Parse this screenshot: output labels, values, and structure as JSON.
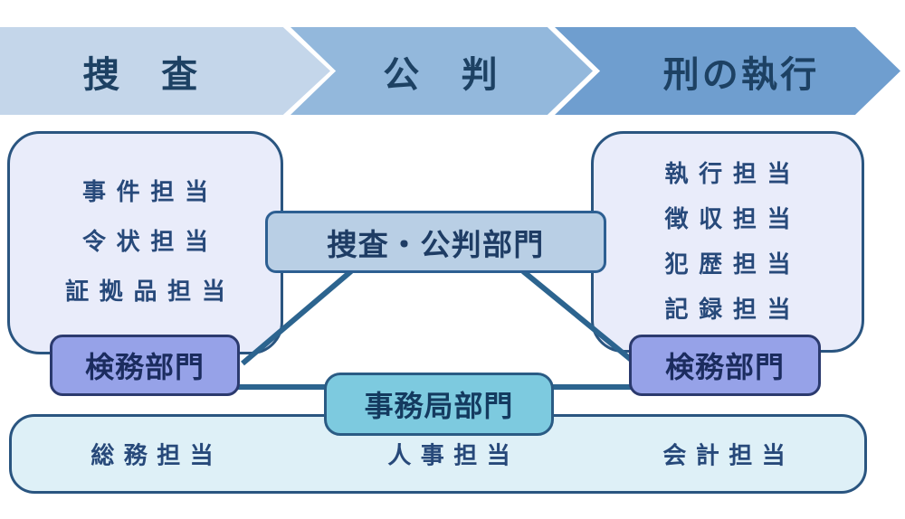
{
  "banner": {
    "steps": [
      {
        "label": "捜　査"
      },
      {
        "label": "公　判"
      },
      {
        "label": "刑の執行"
      }
    ]
  },
  "investigation_box": {
    "items": [
      "事件担当",
      "令状担当",
      "証拠品担当"
    ]
  },
  "execution_box": {
    "items": [
      "執行担当",
      "徴収担当",
      "犯歴担当",
      "記録担当"
    ]
  },
  "center_box": {
    "label": "捜査・公判部門"
  },
  "kenmu_left": {
    "label": "検務部門"
  },
  "kenmu_right": {
    "label": "検務部門"
  },
  "secretariat_box": {
    "label": "事務局部門"
  },
  "admin_box": {
    "items": [
      "総務担当",
      "人事担当",
      "会計担当"
    ]
  },
  "colors": {
    "banner_step1": "#c4d6ea",
    "banner_step2": "#93b8dc",
    "banner_step3": "#6f9ecf",
    "banner_text": "#1d4163",
    "side_box_fill": "#e9ecfa",
    "side_box_border": "#2a5580",
    "center_box_fill": "#b9cfe5",
    "center_box_border": "#2d5f92",
    "kenmu_fill": "#96a2e8",
    "kenmu_border": "#2b3a6e",
    "secretariat_fill": "#7dcadf",
    "bottom_box_fill": "#def0f7",
    "connector_line": "#2c648f",
    "body_text": "#27497a"
  }
}
